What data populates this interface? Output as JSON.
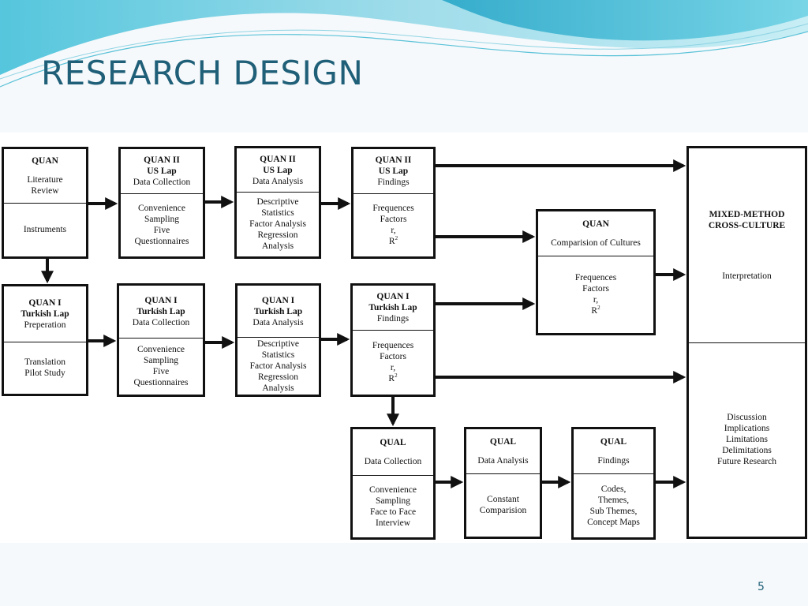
{
  "slide": {
    "title": "RESEARCH DESIGN",
    "page_number": "5"
  },
  "boxes": {
    "quan_lit": {
      "top": [
        "QUAN",
        "",
        "Literature",
        "Review"
      ],
      "bottom": [
        "Instruments"
      ],
      "bold": [
        0
      ]
    },
    "us_collect": {
      "top": [
        "QUAN II",
        "US Lap",
        "Data Collection"
      ],
      "bottom": [
        "Convenience",
        "Sampling",
        "Five",
        "Questionnaires"
      ],
      "bold": [
        0,
        1
      ]
    },
    "us_analysis": {
      "top": [
        "QUAN II",
        "US Lap",
        "Data Analysis"
      ],
      "bottom": [
        "Descriptive",
        "Statistics",
        "Factor Analysis",
        "Regression",
        "Analysis"
      ],
      "bold": [
        0,
        1
      ]
    },
    "us_findings": {
      "top": [
        "QUAN II",
        "US Lap",
        "Findings"
      ],
      "bottom": [
        "Frequences",
        "Factors",
        "r,",
        "R²"
      ],
      "bold": [
        0,
        1
      ]
    },
    "comparison": {
      "top": [
        "QUAN",
        "",
        "Comparision of Cultures"
      ],
      "bottom": [
        "Frequences",
        "Factors",
        "r,",
        "R²"
      ],
      "bold": [
        0
      ]
    },
    "tr_prep": {
      "top": [
        "QUAN I",
        "Turkish Lap",
        "Preperation"
      ],
      "bottom": [
        "Translation",
        "Pilot Study"
      ],
      "bold": [
        0,
        1
      ]
    },
    "tr_collect": {
      "top": [
        "QUAN I",
        "Turkish Lap",
        "Data Collection"
      ],
      "bottom": [
        "Convenience",
        "Sampling",
        "Five",
        "Questionnaires"
      ],
      "bold": [
        0,
        1
      ]
    },
    "tr_analysis": {
      "top": [
        "QUAN I",
        "Turkish Lap",
        "Data Analysis"
      ],
      "bottom": [
        "Descriptive",
        "Statistics",
        "Factor Analysis",
        "Regression",
        "Analysis"
      ],
      "bold": [
        0,
        1
      ]
    },
    "tr_findings": {
      "top": [
        "QUAN I",
        "Turkish Lap",
        "Findings"
      ],
      "bottom": [
        "Frequences",
        "Factors",
        "r,",
        "R²"
      ],
      "bold": [
        0,
        1
      ]
    },
    "qual_collect": {
      "top": [
        "QUAL",
        "",
        "Data Collection"
      ],
      "bottom": [
        "Convenience",
        "Sampling",
        "Face to Face",
        "Interview"
      ],
      "bold": [
        0
      ]
    },
    "qual_analysis": {
      "top": [
        "QUAL",
        "",
        "Data Analysis"
      ],
      "bottom": [
        "Constant",
        "Comparision"
      ],
      "bold": [
        0
      ]
    },
    "qual_findings": {
      "top": [
        "QUAL",
        "",
        "Findings"
      ],
      "bottom": [
        "Codes,",
        "Themes,",
        "Sub Themes,",
        "Concept Maps"
      ],
      "bold": [
        0
      ]
    },
    "mixed": {
      "top": [
        "MIXED-METHOD",
        "CROSS-CULTURE",
        "",
        "",
        "",
        "",
        "",
        "Interpretation"
      ],
      "bottom": [
        "Discussion",
        "Implications",
        "Limitations",
        "Delimitations",
        "Future Research"
      ],
      "bold": [
        0,
        1
      ]
    }
  },
  "colors": {
    "title": "#1f5f78",
    "wave_dark": "#2aa4c6",
    "wave_light": "#9fdcea",
    "ink": "#111111"
  }
}
